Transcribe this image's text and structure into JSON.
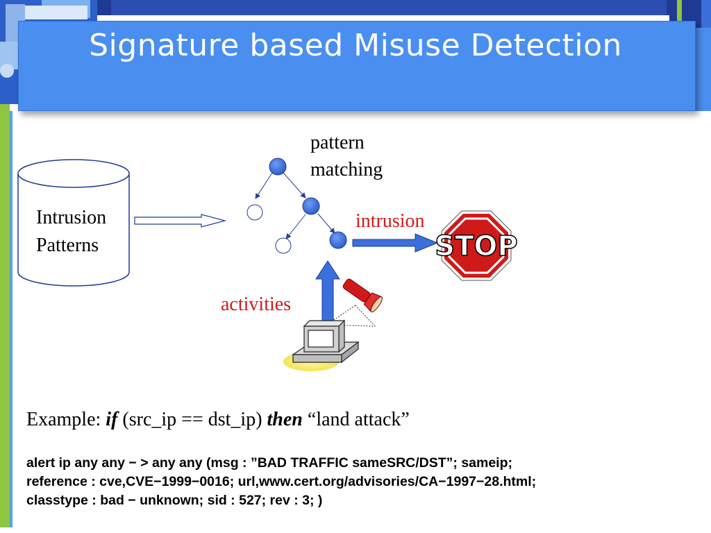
{
  "slide": {
    "title": "Signature based Misuse Detection"
  },
  "diagram": {
    "database_label_line1": "Intrusion",
    "database_label_line2": "Patterns",
    "pattern_label_line1": "pattern",
    "pattern_label_line2": "matching",
    "intrusion_label": "intrusion",
    "activities_label": "activities",
    "stop_sign_text": "STOP",
    "colors": {
      "node_fill": "#3a6fdc",
      "arrow_blue": "#3a6fdc",
      "label_red": "#d01a1a",
      "stop_red": "#d01a1a",
      "title_blue": "#4a8ef0"
    }
  },
  "example": {
    "prefix": "Example: ",
    "if_keyword": "if",
    "condition": " (src_ip == dst_ip) ",
    "then_keyword": "then",
    "result": " “land attack”"
  },
  "rule": {
    "line1": "alert ip any any − > any any (msg : ”BAD TRAFFIC sameSRC/DST”; sameip;",
    "line2": "reference : cve,CVE−1999−0016; url,www.cert.org/advisories/CA−1997−28.html;",
    "line3": "classtype : bad − unknown; sid : 527; rev : 3; )"
  }
}
